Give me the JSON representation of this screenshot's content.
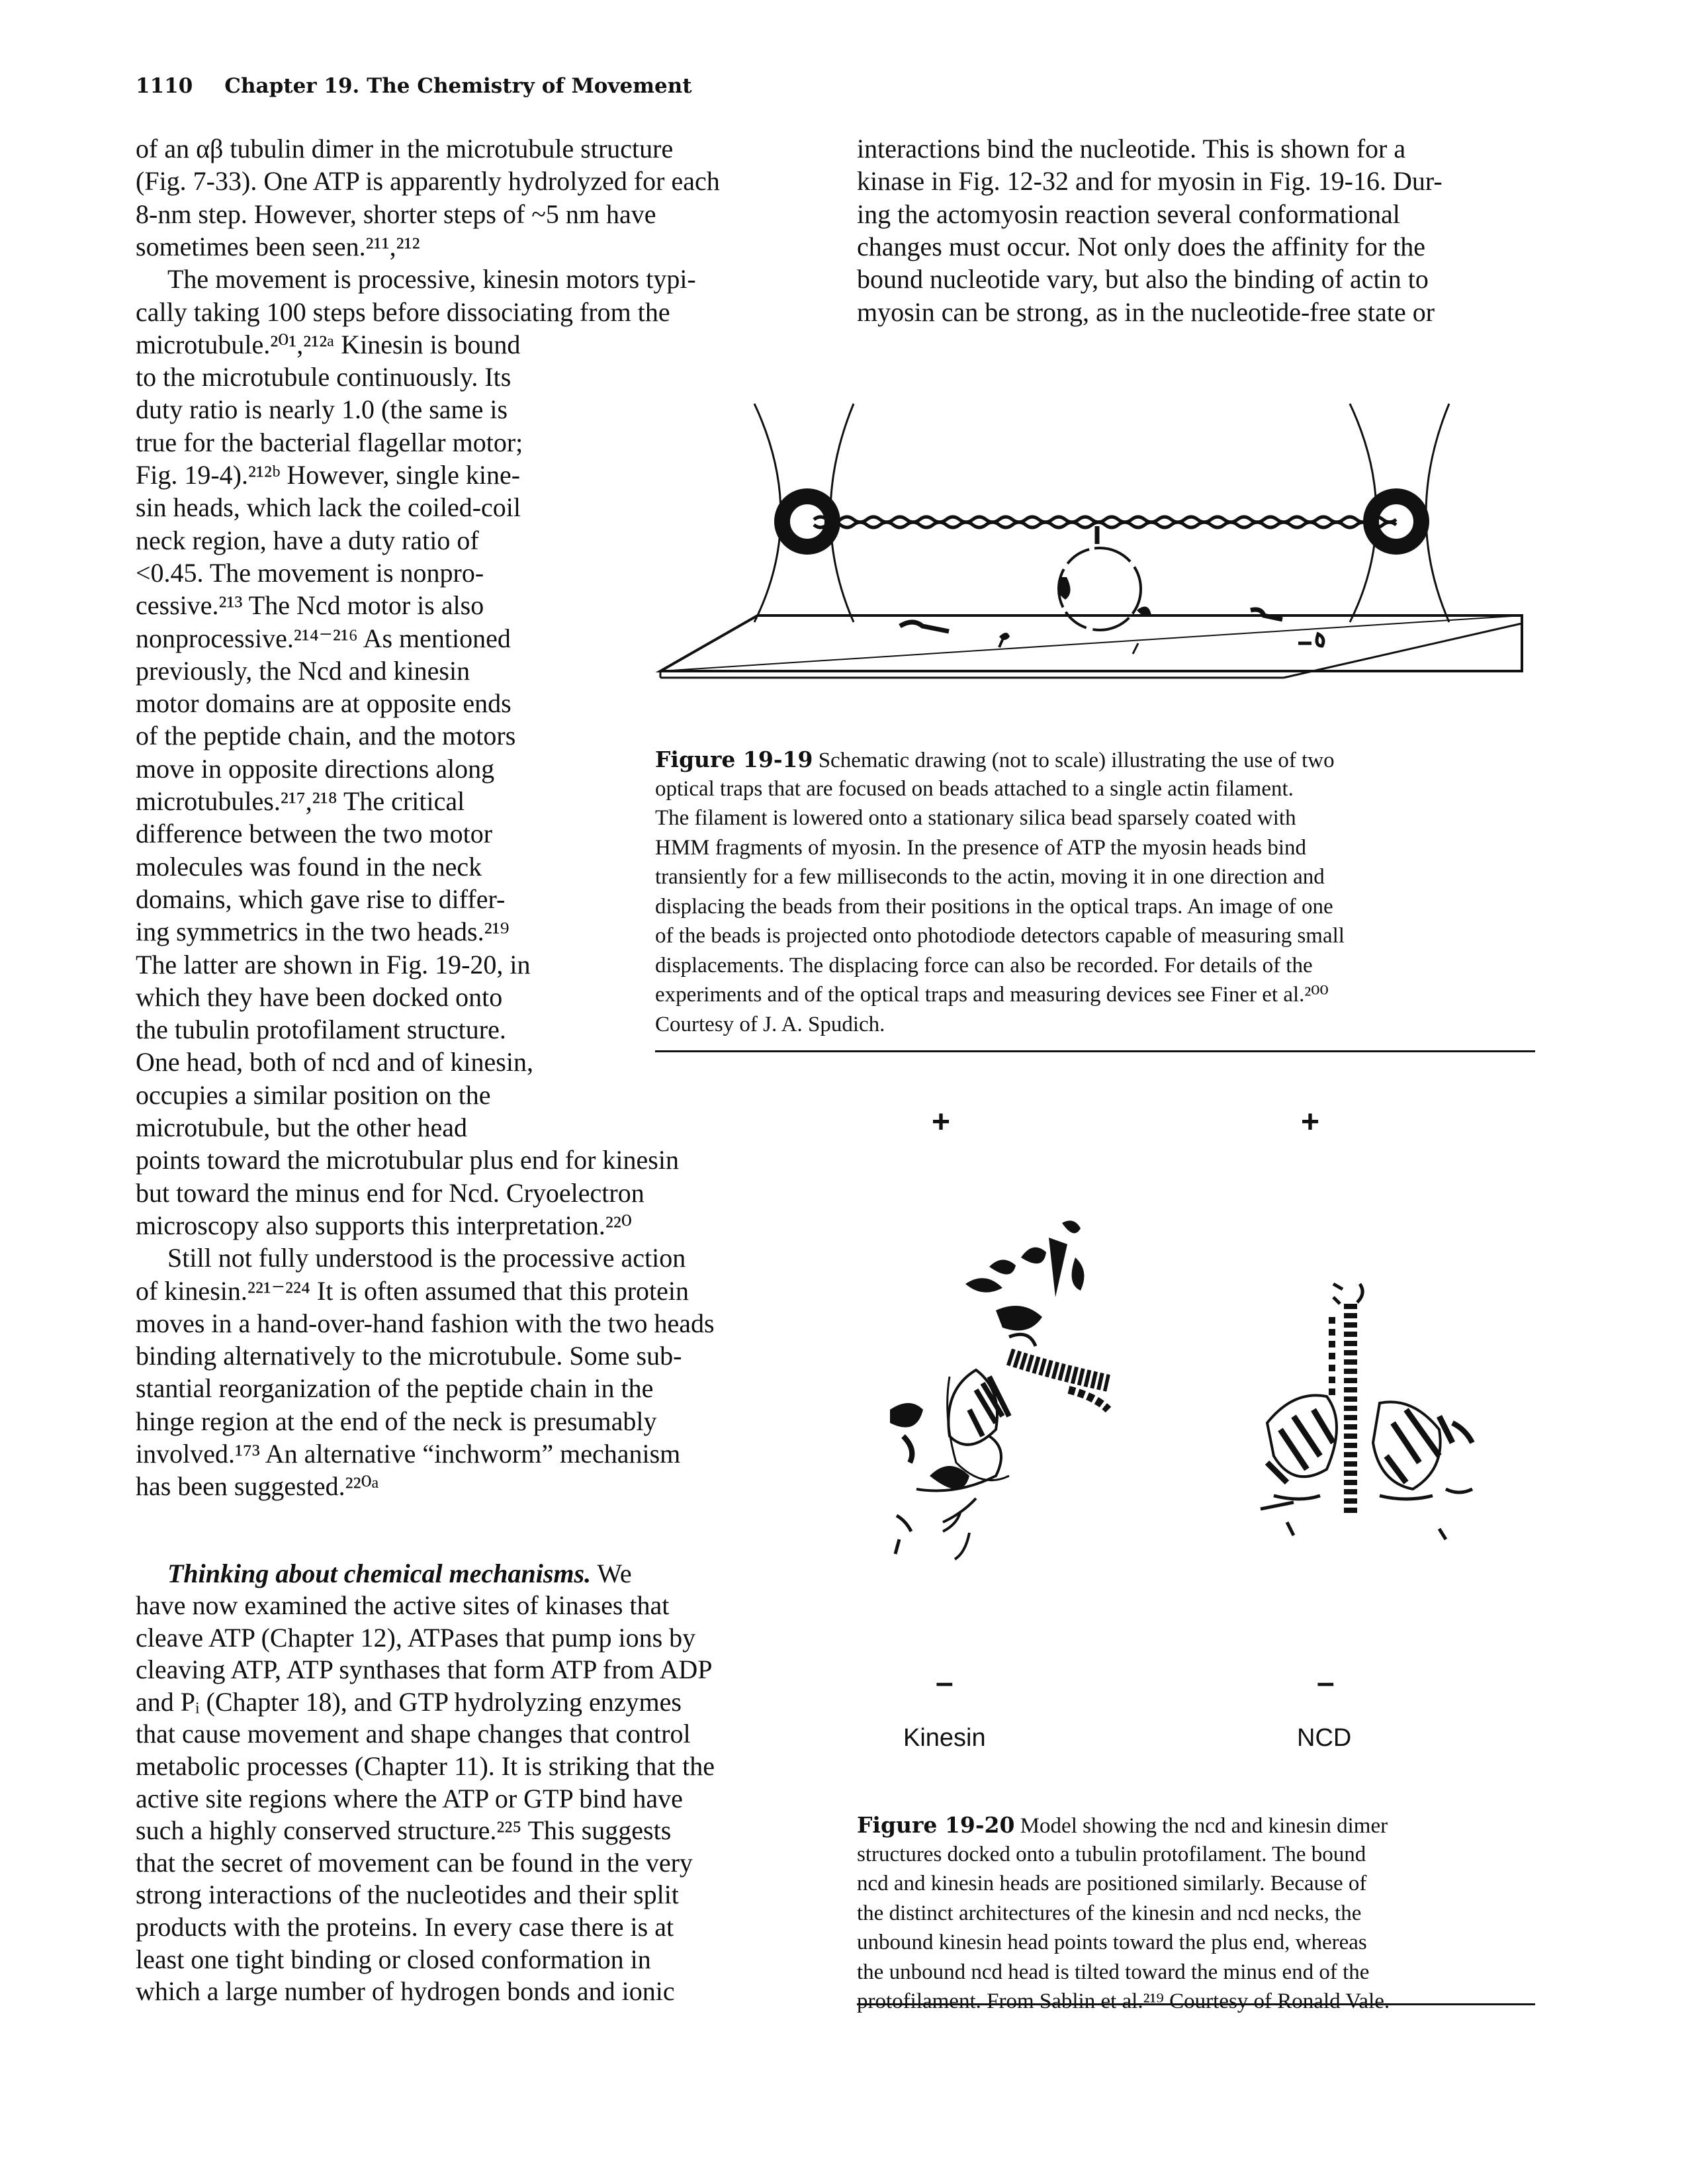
{
  "running_head": {
    "page_number": "1110",
    "chapter": "Chapter 19. The Chemistry of Movement"
  },
  "left_column": {
    "lines": [
      "of an αβ tubulin dimer in the microtubule structure",
      "(Fig. 7-33). One ATP is apparently hydrolyzed for each",
      "8-nm step. However, shorter steps of ~5 nm have",
      "sometimes been seen.²¹¹,²¹²",
      "The movement is processive, kinesin motors typi-",
      "cally taking 100 steps before dissociating from the",
      "microtubule.²⁰¹,²¹²ᵃ Kinesin is bound",
      "to the microtubule continuously. Its",
      "duty ratio is nearly 1.0 (the same is",
      "true for the bacterial flagellar motor;",
      "Fig. 19-4).²¹²ᵇ However, single kine-",
      "sin heads, which lack the coiled-coil",
      "neck region, have a duty ratio of",
      "<0.45. The movement is nonpro-",
      "cessive.²¹³ The Ncd motor is also",
      "nonprocessive.²¹⁴⁻²¹⁶ As mentioned",
      "previously, the Ncd and kinesin",
      "motor domains are at opposite ends",
      "of the peptide chain, and the motors",
      "move in opposite directions along",
      "microtubules.²¹⁷,²¹⁸ The critical",
      "difference between the two motor",
      "molecules was found in the neck",
      "domains, which gave rise to differ-",
      "ing symmetrics in the two heads.²¹⁹",
      "The latter are shown in Fig. 19-20, in",
      "which they have been docked onto",
      "the tubulin protofilament structure.",
      "One head, both of ncd and of kinesin,",
      "occupies a similar position on the",
      "microtubule, but the other head",
      "points toward the microtubular plus end for kinesin",
      "but toward the minus end for Ncd. Cryoelectron",
      "microscopy also supports this interpretation.²²⁰",
      "Still not fully understood is the processive action",
      "of kinesin.²²¹⁻²²⁴ It is often assumed that this protein",
      "moves in a hand-over-hand fashion with the two heads",
      "binding alternatively to the microtubule. Some sub-",
      "stantial reorganization of the peptide chain in the",
      "hinge region at the end of the neck is presumably",
      "involved.¹⁷³ An alternative “inchworm” mechanism",
      "has been suggested.²²⁰ᵃ"
    ],
    "section_heading": "Thinking about chemical mechanisms.",
    "section_lines": [
      " We",
      "have now examined the active sites of kinases that",
      "cleave ATP (Chapter 12), ATPases that pump ions by",
      "cleaving ATP, ATP synthases that form ATP from ADP",
      "and Pᵢ (Chapter 18), and GTP hydrolyzing enzymes",
      "that cause movement and shape changes that control",
      "metabolic processes (Chapter 11). It is striking that the",
      "active site regions where the ATP or GTP bind have",
      "such a highly conserved structure.²²⁵ This suggests",
      "that the secret of movement can be found in the very",
      "strong interactions of the nucleotides and their split",
      "products with the proteins. In every case there is at",
      "least one tight binding or closed conformation in",
      "which a large number of hydrogen bonds and ionic"
    ]
  },
  "right_column": {
    "lines": [
      "interactions bind the nucleotide. This is shown for a",
      "kinase in Fig. 12-32 and for myosin in Fig. 19-16. Dur-",
      "ing the actomyosin reaction several conformational",
      "changes must occur. Not only does the affinity for the",
      "bound nucleotide vary, but also the binding of actin to",
      "myosin can be strong, as in the nucleotide-free state or"
    ]
  },
  "figure_19_19": {
    "label": "Figure 19-19",
    "caption_lines": [
      " Schematic drawing (not to scale) illustrating the use of two",
      "optical traps that are focused on beads attached to a single actin filament.",
      "The filament is lowered onto a stationary silica bead sparsely coated with",
      "HMM fragments of myosin. In the presence of ATP the myosin heads bind",
      "transiently for a few milliseconds to the actin, moving it in one direction and",
      "displacing the beads from their positions in the optical traps. An image of one",
      "of the beads is projected onto photodiode detectors capable of measuring small",
      "displacements. The displacing force can also be recorded. For details of the",
      "experiments and of the optical traps and measuring devices see Finer et al.²⁰⁰",
      "Courtesy of J. A. Spudich."
    ]
  },
  "figure_19_20": {
    "label": "Figure 19-20",
    "plus_left": "+",
    "plus_right": "+",
    "minus_left": "–",
    "minus_right": "–",
    "kinesin_label": "Kinesin",
    "ncd_label": "NCD",
    "caption_lines": [
      " Model showing the ncd and kinesin dimer",
      "structures docked onto a tubulin protofilament. The bound",
      "ncd and kinesin heads are positioned similarly. Because of",
      "the distinct architectures of the kinesin and ncd necks, the",
      "unbound kinesin head points toward the plus end, whereas",
      "the unbound ncd head is tilted toward the minus end of the",
      "protofilament. From Sablin et al.²¹⁹ Courtesy of Ronald Vale."
    ]
  }
}
